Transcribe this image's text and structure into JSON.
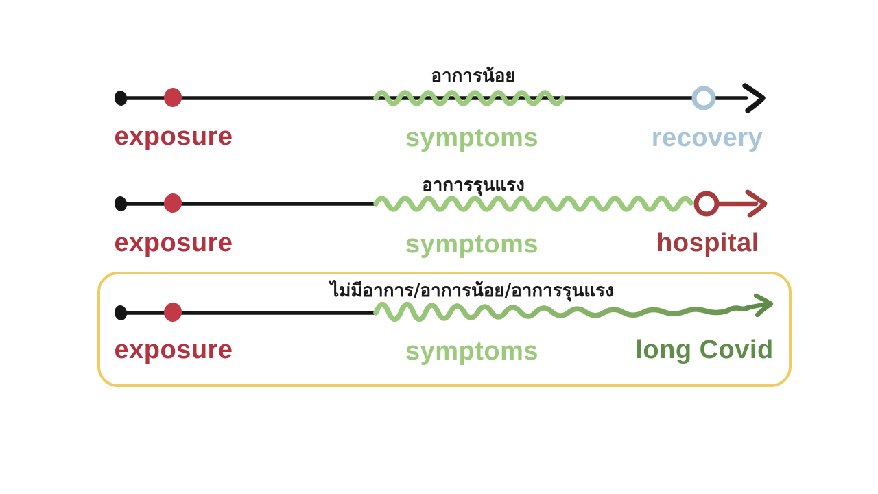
{
  "diagram": {
    "title_semantic": "covid-illness-course-timelines",
    "rows": [
      {
        "severity_thai": "อาการน้อย",
        "start_label": "exposure",
        "middle_label": "symptoms",
        "end_label": "recovery"
      },
      {
        "severity_thai": "อาการรุนแรง",
        "start_label": "exposure",
        "middle_label": "symptoms",
        "end_label": "hospital"
      },
      {
        "severity_thai": "ไม่มีอาการ/อาการน้อย/อาการรุนแรง",
        "start_label": "exposure",
        "middle_label": "symptoms",
        "end_label": "long Covid"
      }
    ],
    "colors": {
      "black": "#161616",
      "exposure_red": "#b23240",
      "exposure_dot_red": "#c23a47",
      "symptoms_green": "#9cca7d",
      "recovery_blue": "#a9c3d9",
      "hospital_red": "#a63b3e",
      "long_covid_green": "#5f8c48",
      "highlight_box_yellow": "#eecb63",
      "background": "#ffffff"
    }
  }
}
